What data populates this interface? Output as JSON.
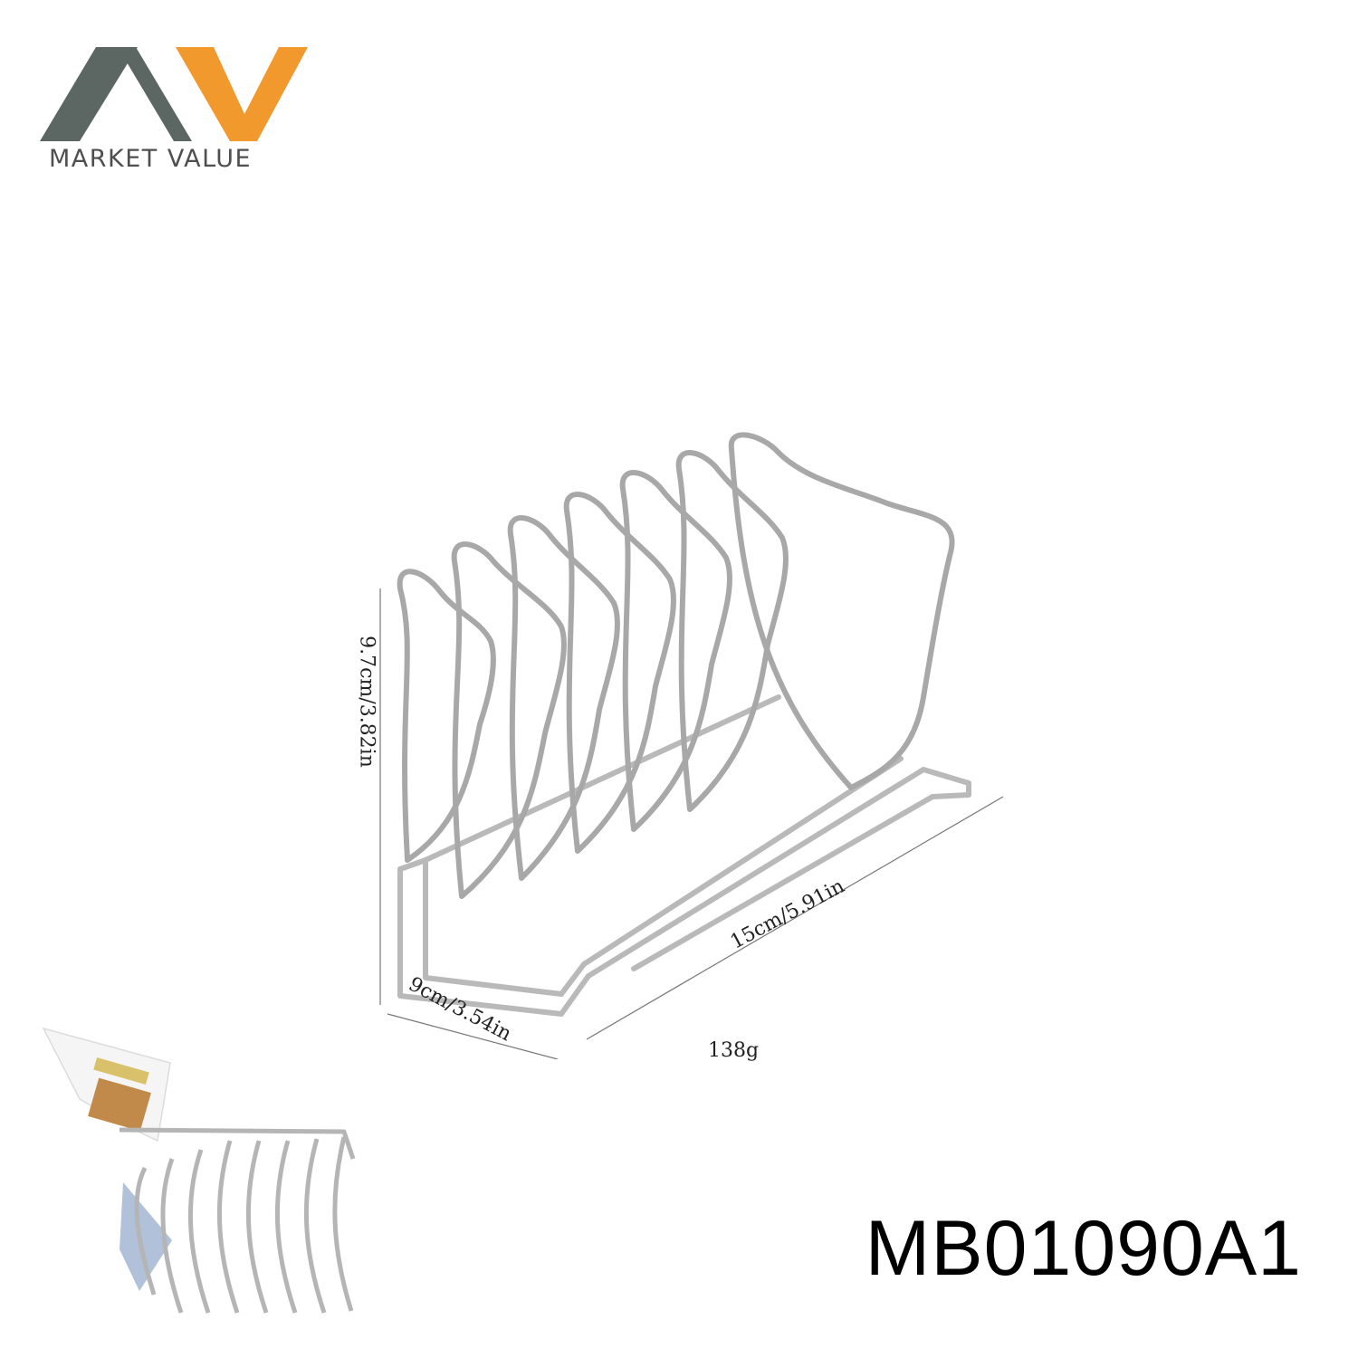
{
  "brand": {
    "name": "MARKET VALUE",
    "colors": {
      "gray": "#5c6663",
      "orange": "#f2992e"
    }
  },
  "product": {
    "dimensions": {
      "height": "9.7cm/3.82in",
      "width": "9cm/3.54in",
      "length": "15cm/5.91in"
    },
    "weight": "138g",
    "model": "MB01090A1",
    "icons": [
      "rack-drawing",
      "product-photo-thumbnail"
    ]
  }
}
